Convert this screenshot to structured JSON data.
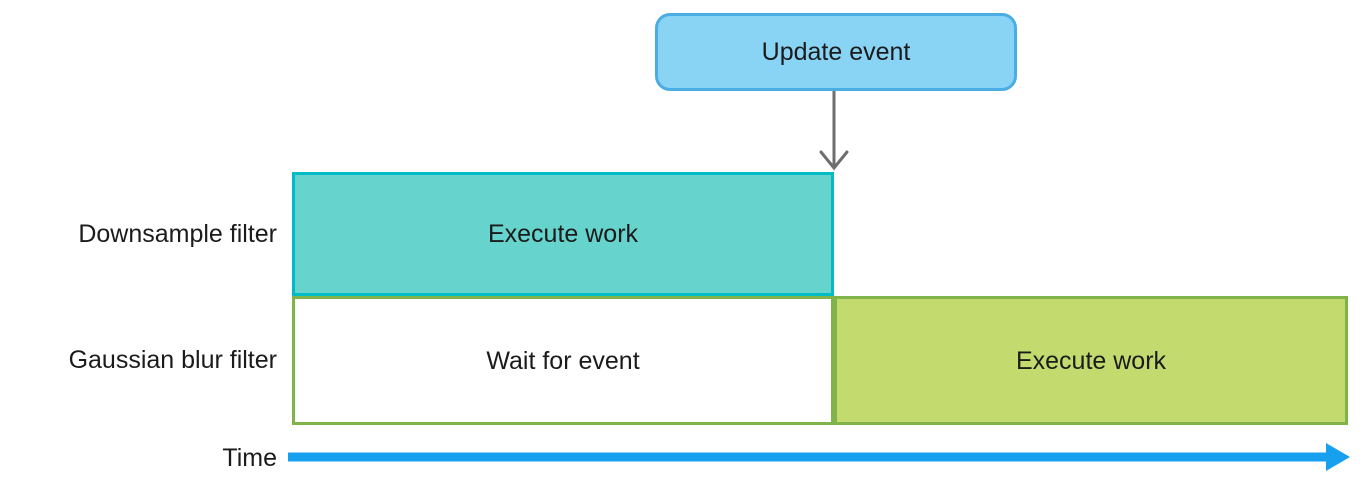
{
  "diagram": {
    "event_box": {
      "label": "Update event"
    },
    "event_arrow_icon": "down-arrow",
    "rows": [
      {
        "label": "Downsample filter",
        "segments": [
          {
            "label": "Execute work",
            "state": "execute",
            "fill": "teal"
          }
        ]
      },
      {
        "label": "Gaussian blur filter",
        "segments": [
          {
            "label": "Wait for event",
            "state": "wait",
            "fill": "white"
          },
          {
            "label": "Execute work",
            "state": "execute",
            "fill": "green"
          }
        ]
      }
    ],
    "time_axis": {
      "label": "Time",
      "arrow_icon": "right-arrow"
    }
  },
  "colors": {
    "event-fill": "#89d3f5",
    "event-border": "#4aaee4",
    "teal-fill": "#66d3cd",
    "teal-border": "#00bcc6",
    "wait-fill": "#ffffff",
    "green-fill": "#c3db6e",
    "green-border": "#80b44a",
    "arrow-gray": "#6e6e6e",
    "time-blue": "#18a0f0",
    "text": "#1b1b1b"
  }
}
